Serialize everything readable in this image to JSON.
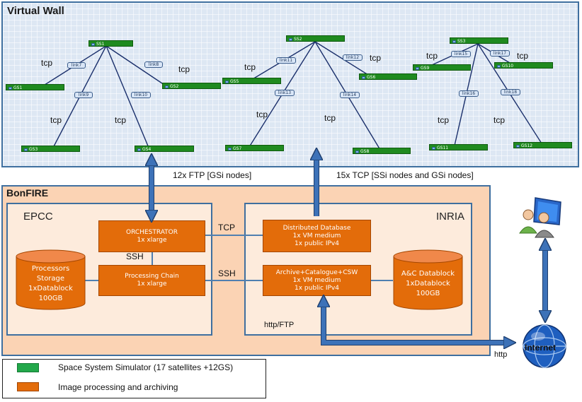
{
  "virtual_wall": {
    "title": "Virtual Wall",
    "nodes": {
      "ss1": "SS1",
      "ss2": "SS2",
      "ss3": "SS3",
      "gs1": "GS1",
      "gs2": "GS2",
      "gs3": "GS3",
      "gs4": "GS4",
      "gs5": "GS5",
      "gs6": "GS6",
      "gs7": "GS7",
      "gs8": "GS8",
      "gs9": "GS9",
      "gs10": "GS10",
      "gs11": "GS11",
      "gs12": "GS12"
    },
    "links": {
      "link7": "link7",
      "link8": "link8",
      "link9": "link9",
      "link10": "link10",
      "link11": "link11",
      "link12": "link12",
      "link13": "link13",
      "link14": "link14",
      "link15": "link15",
      "link16": "link16",
      "link17": "link17",
      "link18": "link18"
    },
    "protocol_label": "tcp"
  },
  "connections": {
    "ftp_label": "12x FTP [GSi nodes]",
    "tcp_label": "15x TCP [SSi nodes and GSi nodes]",
    "tcp_link": "TCP",
    "ssh_link": "SSH",
    "ssh_vertical": "SSH",
    "http_ftp": "http/FTP",
    "http": "http"
  },
  "bonfire": {
    "title": "BonFIRE",
    "epcc": {
      "label": "EPCC",
      "orchestrator": [
        "ORCHESTRATOR",
        "1x xlarge"
      ],
      "processing_chain": [
        "Processing Chain",
        "1x xlarge"
      ],
      "storage": [
        "Processors",
        "Storage",
        "1xDatablock",
        "100GB"
      ]
    },
    "inria": {
      "label": "INRIA",
      "distributed_db": [
        "Distributed Database",
        "1x VM medium",
        "1x public IPv4"
      ],
      "archive": [
        "Archive+Catalogue+CSW",
        "1x VM medium",
        "1x public IPv4"
      ],
      "datablock": [
        "A&C Datablock",
        "1xDatablock",
        "100GB"
      ]
    }
  },
  "internet": {
    "label": "Internet"
  },
  "legend": {
    "green_label": "Space System Simulator (17 satellites +12GS)",
    "orange_label": "Image processing and archiving",
    "green_color": "#22a84a",
    "orange_color": "#e36c0a"
  }
}
